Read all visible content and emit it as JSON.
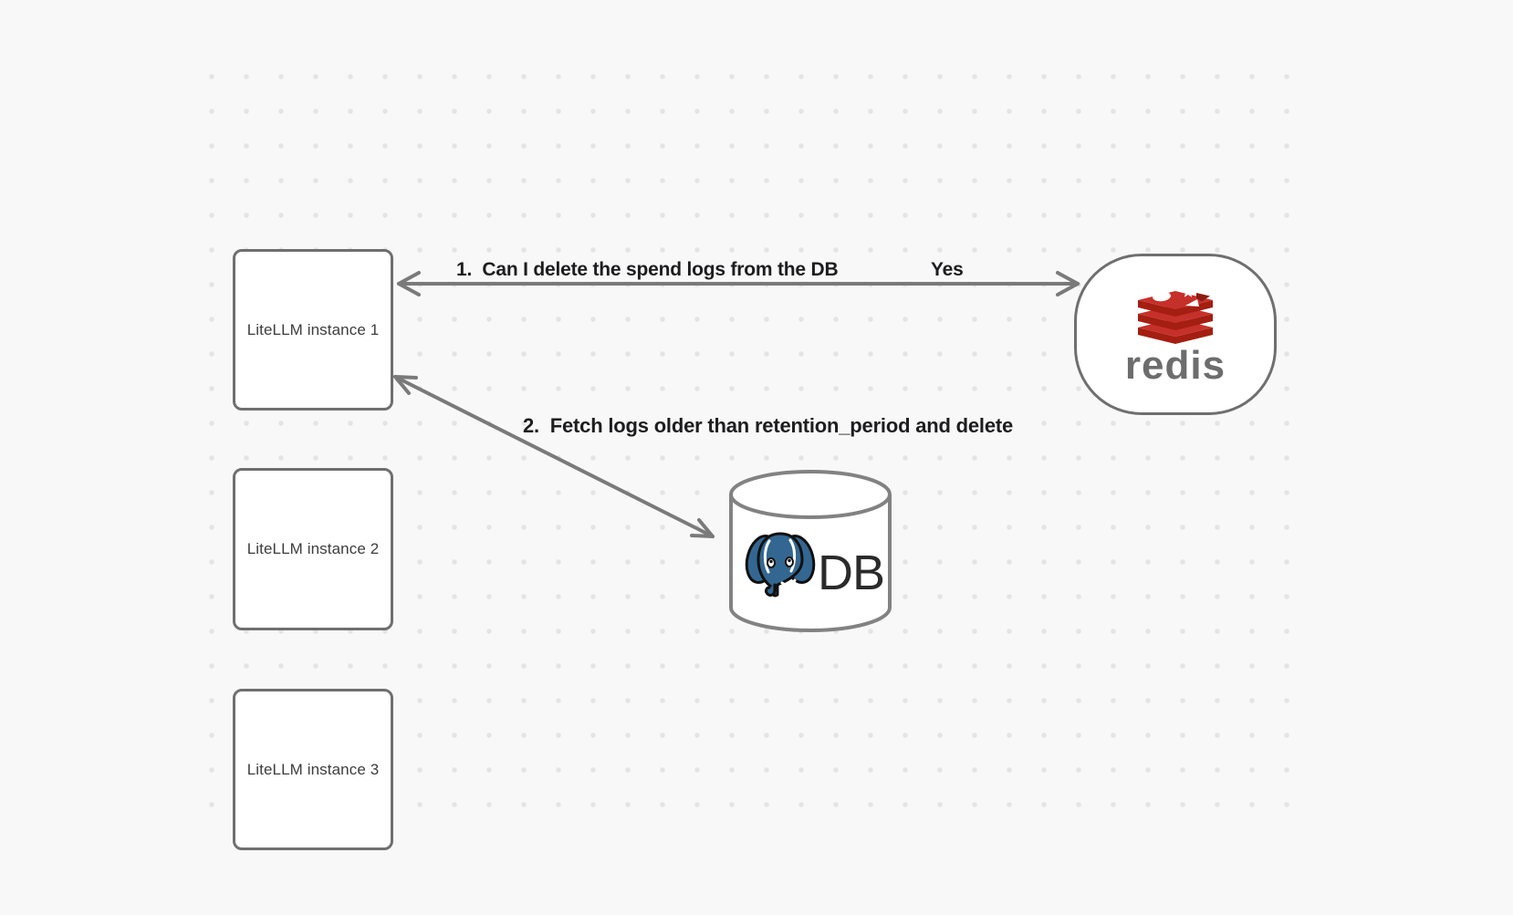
{
  "colors": {
    "background": "#f8f8f8",
    "grid_dot": "#e4e4e4",
    "shape_stroke": "#6f6f6f",
    "arrow_stroke": "#7a7a7a",
    "label_text": "#1d1d1f",
    "box_text": "#3d3d3d",
    "redis_red": "#C6302B",
    "redis_dark_red": "#A41E11",
    "redis_wordmark_gray": "#6d6d6d",
    "postgres_blue": "#336791",
    "db_text": "#2b2b2b"
  },
  "instances": [
    {
      "label": "LiteLLM instance 1"
    },
    {
      "label": "LiteLLM instance 2"
    },
    {
      "label": "LiteLLM instance 3"
    }
  ],
  "redis": {
    "wordmark": "redis",
    "icon": "redis-stack-icon"
  },
  "db": {
    "label": "DB",
    "icon": "postgresql-elephant-icon"
  },
  "arrows": {
    "arrow1": {
      "label": "1.  Can I delete the spend logs from the DB",
      "response": "Yes",
      "from": "Redis",
      "to": "LiteLLM instance 1",
      "direction": "both"
    },
    "arrow2": {
      "label": "2.  Fetch logs older than retention_period and delete",
      "from": "LiteLLM instance 1",
      "to": "DB",
      "direction": "both"
    }
  }
}
